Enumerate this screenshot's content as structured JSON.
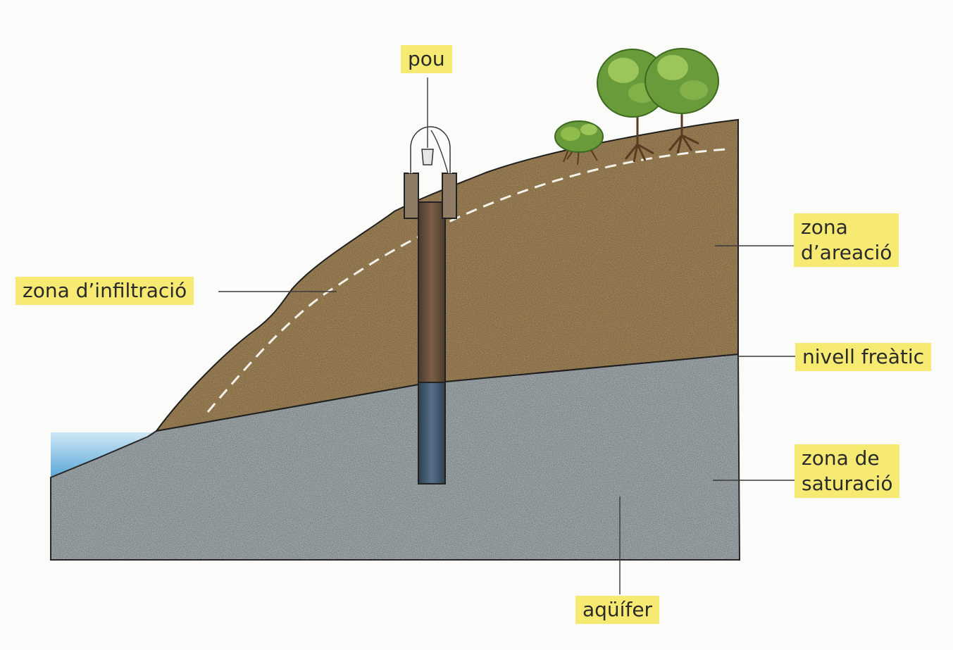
{
  "labels": {
    "pou": "pou",
    "infiltration": "zona d’infiltració",
    "aeration": "zona\nd’areació",
    "water_table": "nivell freàtic",
    "saturation": "zona de\nsaturació",
    "aquifer": "aqüífer"
  },
  "colors": {
    "label_bg": "#f6ea72",
    "soil": "#a98b5c",
    "saturated_rock": "#a9b2b6",
    "water": "#6fb4dc",
    "well_casing": "#5a4735",
    "well_water": "#3f5466",
    "tree_foliage": "#6a9b3a"
  }
}
